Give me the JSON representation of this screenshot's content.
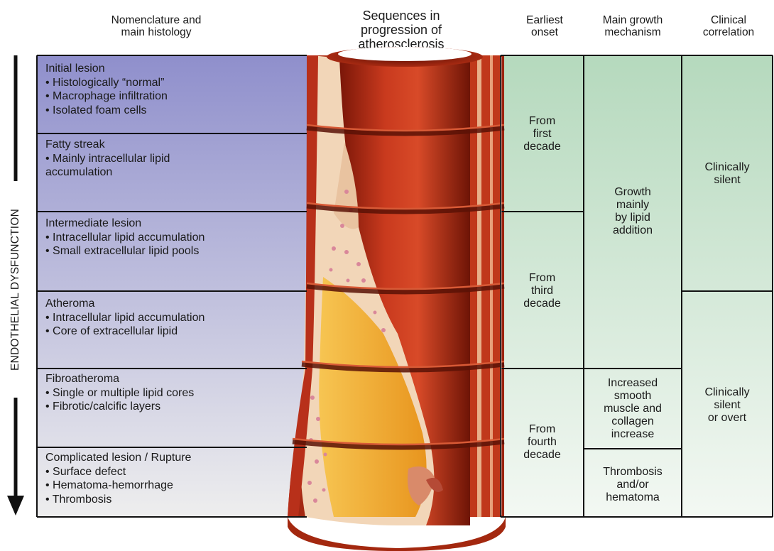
{
  "headers": {
    "nomenclature": "Nomenclature and\nmain histology",
    "sequences": "Sequences in\nprogression of\natherosclerosis",
    "onset": "Earliest\nonset",
    "mechanism": "Main growth\nmechanism",
    "clinical": "Clinical\ncorrelation"
  },
  "side_label": "ENDOTHELIAL DYSFUNCTION",
  "stages": [
    {
      "title": "Initial lesion",
      "bullets": [
        "• Histologically “normal”",
        "• Macrophage infiltration",
        "• Isolated foam cells"
      ]
    },
    {
      "title": "Fatty streak",
      "bullets": [
        "• Mainly intracellular lipid",
        "accumulation"
      ]
    },
    {
      "title": "Intermediate lesion",
      "bullets": [
        "• Intracellular lipid accumulation",
        "• Small extracellular lipid pools"
      ]
    },
    {
      "title": "Atheroma",
      "bullets": [
        "• Intracellular lipid accumulation",
        "• Core of extracellular lipid"
      ]
    },
    {
      "title": "Fibroatheroma",
      "bullets": [
        "• Single or multiple lipid cores",
        "• Fibrotic/calcific layers"
      ]
    },
    {
      "title": "Complicated lesion / Rupture",
      "bullets": [
        "• Surface defect",
        "• Hematoma-hemorrhage",
        "• Thrombosis"
      ]
    }
  ],
  "onset": [
    "From\nfirst\ndecade",
    "From\nthird\ndecade",
    "From\nfourth\ndecade"
  ],
  "mechanism": [
    "Growth\nmainly\nby lipid\naddition",
    "Increased\nsmooth\nmuscle and\ncollagen\nincrease",
    "Thrombosis\nand/or\nhematoma"
  ],
  "clinical": [
    "Clinically\nsilent",
    "Clinically\nsilent\nor overt"
  ],
  "colors": {
    "stage_top": "#8f8fcc",
    "stage_bottom": "#eeeeee",
    "green_top": "#b5d9bd",
    "green_bottom": "#f3f8f3",
    "vessel_wall": "#c8321a",
    "lumen": "#b52b14",
    "lipid": "#f3b33a",
    "plaque": "#f2d6b8"
  }
}
